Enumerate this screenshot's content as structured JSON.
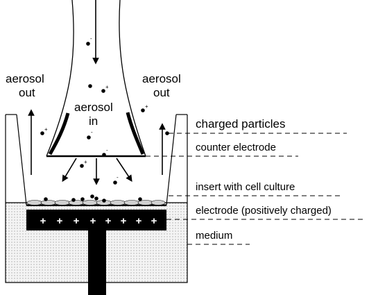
{
  "labels": {
    "aerosol_out_left_line1": "aerosol",
    "aerosol_out_left_line2": "out",
    "aerosol_out_right_line1": "aerosol",
    "aerosol_out_right_line2": "out",
    "aerosol_in_line1": "aerosol",
    "aerosol_in_line2": "in",
    "charged_particles": "charged particles",
    "counter_electrode": "counter electrode",
    "insert_with_cell_culture": "insert with cell culture",
    "electrode": "electrode (positively charged)",
    "medium": "medium"
  },
  "charge_signs": {
    "negative": "-",
    "positive": "+"
  },
  "electrode_plus_signs": [
    "+",
    "+",
    "+",
    "+",
    "+",
    "+",
    "+",
    "+"
  ]
}
